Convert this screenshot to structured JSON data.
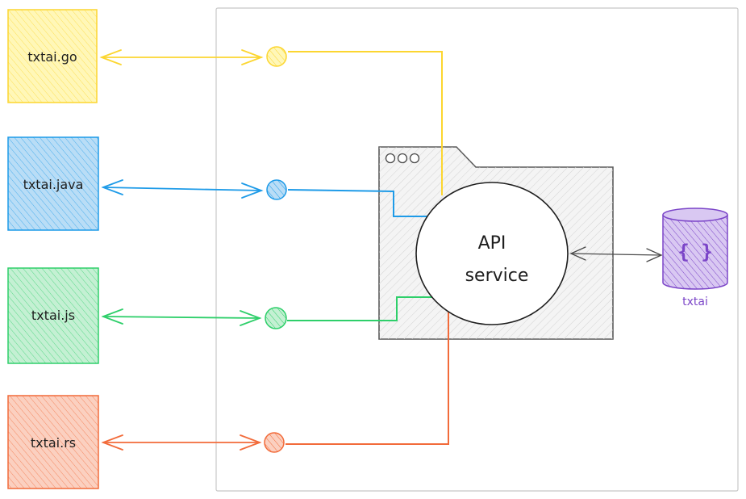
{
  "clients": [
    {
      "label": "txtai.go",
      "color": "#fcd630",
      "fill": "#fff7b8"
    },
    {
      "label": "txtai.java",
      "color": "#1e9be8",
      "fill": "#b9ddf6"
    },
    {
      "label": "txtai.js",
      "color": "#2ecf6a",
      "fill": "#c4f0d3"
    },
    {
      "label": "txtai.rs",
      "color": "#f26b3a",
      "fill": "#fbd0c0"
    }
  ],
  "service": {
    "line1": "API",
    "line2": "service"
  },
  "database": {
    "icon": "{ }",
    "label": "txtai",
    "color": "#7b45c8",
    "fill": "#d9c8f2"
  },
  "colors": {
    "stroke": "#1e1e1e",
    "frame": "#c8c8c8",
    "hatch": "#d3d3d3"
  }
}
